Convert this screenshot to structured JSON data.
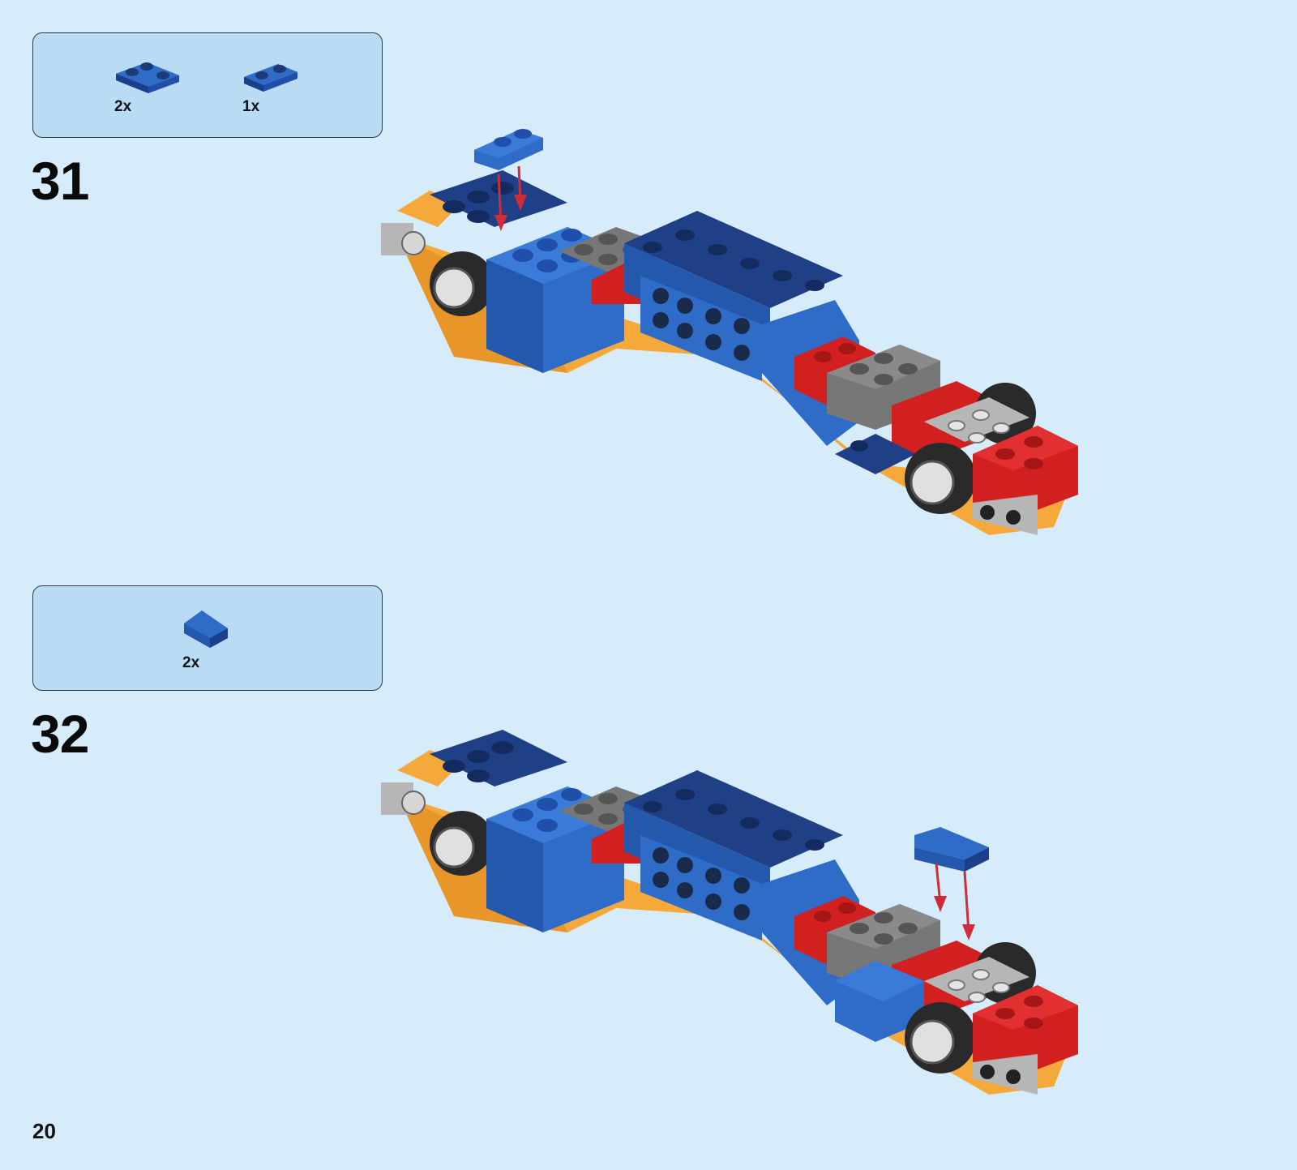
{
  "page": {
    "number": "20"
  },
  "steps": [
    {
      "number": "31",
      "parts": [
        {
          "name": "blue-corner-plate",
          "qty": "2x"
        },
        {
          "name": "blue-plate-1x2",
          "qty": "1x"
        }
      ]
    },
    {
      "number": "32",
      "parts": [
        {
          "name": "blue-slope-tile",
          "qty": "2x"
        }
      ]
    }
  ],
  "colors": {
    "background": "#d6ecfb",
    "parts_box": "#b9dbf4",
    "blue": "#2f6cc8",
    "dark_blue": "#1f3f86",
    "orange": "#f5a93a",
    "red": "#d21f1f",
    "gray": "#777777",
    "black": "#222222",
    "arrow": "#d12b3a"
  }
}
